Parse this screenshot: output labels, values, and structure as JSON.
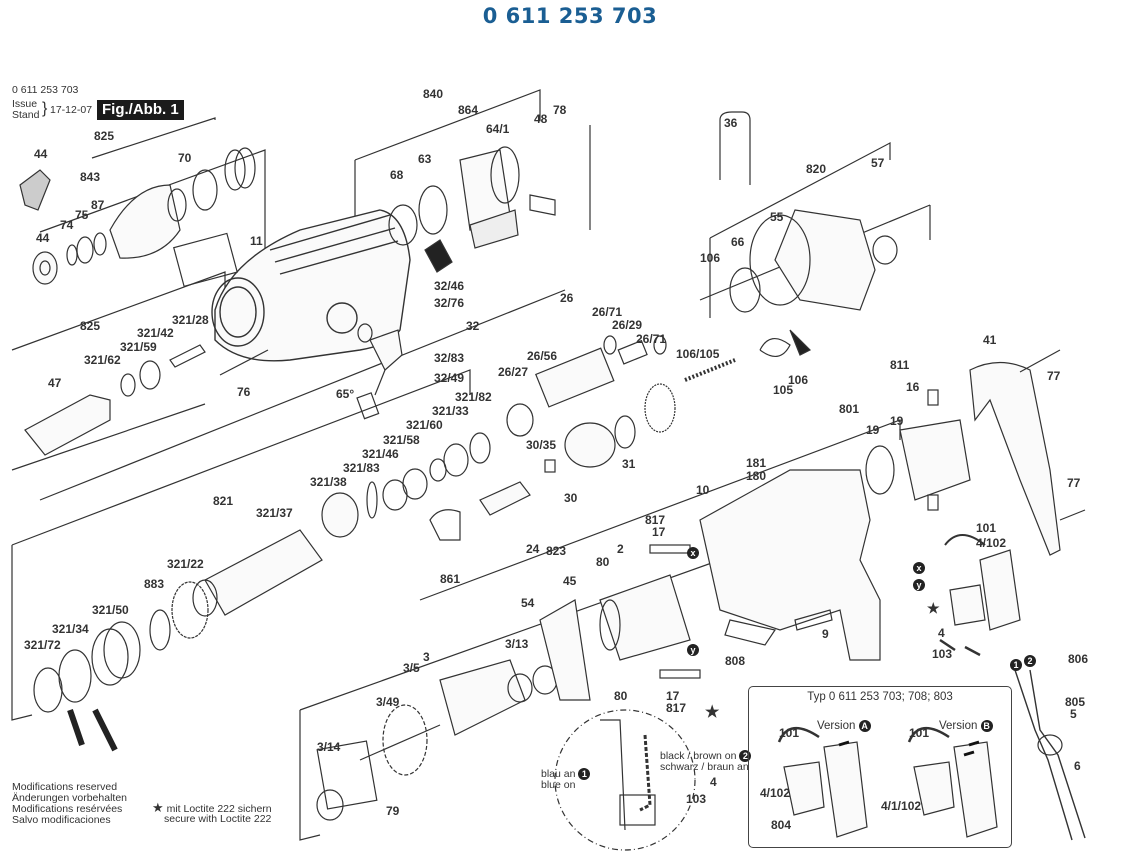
{
  "title": "0 611 253 703",
  "header": {
    "part_number": "0 611 253 703",
    "issue_label": "Issue",
    "stand_label": "Stand",
    "issue_date": "17-12-07",
    "figure_label": "Fig./Abb. 1"
  },
  "callouts": [
    "44",
    "44",
    "74",
    "75",
    "87",
    "843",
    "825",
    "70",
    "11",
    "825",
    "321/28",
    "321/42",
    "321/59",
    "321/62",
    "47",
    "76",
    "840",
    "864",
    "64/1",
    "48",
    "78",
    "68",
    "63",
    "32/46",
    "32/76",
    "32",
    "32/83",
    "32/49",
    "65°",
    "26",
    "26/71",
    "26/29",
    "26/71",
    "26/56",
    "26/27",
    "321/82",
    "321/33",
    "321/60",
    "321/58",
    "321/46",
    "321/83",
    "321/38",
    "30/35",
    "30",
    "31",
    "24",
    "823",
    "861",
    "821",
    "321/37",
    "321/22",
    "883",
    "321/50",
    "321/34",
    "321/72",
    "36",
    "820",
    "57",
    "55",
    "66",
    "106",
    "106/105",
    "105",
    "106",
    "811",
    "16",
    "801",
    "19",
    "19",
    "41",
    "77",
    "77",
    "181",
    "180",
    "10",
    "817",
    "17",
    "2",
    "80",
    "80",
    "17",
    "817",
    "45",
    "54",
    "3",
    "3/13",
    "3/5",
    "3/49",
    "3/14",
    "79",
    "808",
    "9",
    "101",
    "4/102",
    "4",
    "103",
    "806",
    "805",
    "5",
    "6"
  ],
  "detail": {
    "blue_de": "blau an",
    "blue_en": "blue on",
    "black_en": "black / brown on",
    "black_de": "schwarz / braun an",
    "ref_4": "4",
    "ref_103": "103",
    "marker_1": "1",
    "marker_2": "2"
  },
  "variant_box": {
    "title": "Typ 0 611 253 703; 708; 803",
    "version_a": "Version",
    "version_a_letter": "A",
    "version_b": "Version",
    "version_b_letter": "B",
    "a_101": "101",
    "a_4_102": "4/102",
    "a_804": "804",
    "b_101": "101",
    "b_4_1_102": "4/1/102"
  },
  "wire_markers": {
    "x": "x",
    "y": "y"
  },
  "footer": {
    "mods": [
      "Modifications reserved",
      "Änderungen vorbehalten",
      "Modifications resérvées",
      "Salvo modificaciones"
    ],
    "loctite_de": "mit Loctite 222 sichern",
    "loctite_en": "secure with Loctite 222"
  }
}
